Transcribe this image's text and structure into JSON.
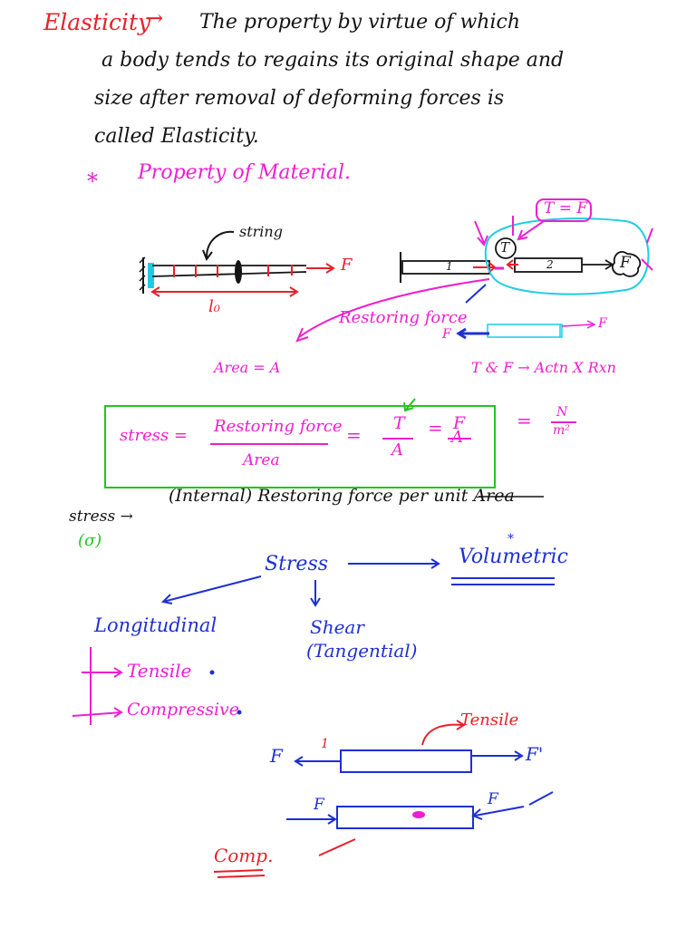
{
  "definition": {
    "term": "Elasticity",
    "line1": "The property by virtue of which",
    "line2": "a body tends to regains its original shape and",
    "line3": "size after removal of deforming forces is",
    "line4": "called Elasticity."
  },
  "note": {
    "star": "*",
    "text": "Property of Material."
  },
  "diagram1": {
    "string_label": "string",
    "force": "F",
    "length": "l₀"
  },
  "diagram2": {
    "tension_box": "T = F",
    "part1": "1",
    "part2": "2",
    "tension": "T",
    "force": "F",
    "restoring": "Restoring force",
    "force_left": "F",
    "force_right": "F",
    "relation": "T & F → Actn X Rxn"
  },
  "area": "Area = A",
  "formula": {
    "label": "stress =",
    "numerator": "Restoring force",
    "denominator": "Area",
    "eq1": "=",
    "t_num": "T",
    "t_den": "A",
    "eq2": "=",
    "f_num": "F",
    "f_den": "A",
    "eq3": "=",
    "unit_num": "N",
    "unit_den": "m²"
  },
  "stress_def": {
    "term": "stress →",
    "text": "(Internal) Restoring force per unit Area",
    "symbol": "(σ)"
  },
  "tree": {
    "root": "Stress",
    "right": "Volumetric",
    "right_star": "*",
    "middle": "Shear",
    "middle_sub": "(Tangential)",
    "left": "Longitudinal",
    "tensile": "Tensile",
    "compressive": "Compressive"
  },
  "bottom": {
    "tensile_label": "Tensile",
    "marker": "1",
    "f_left1": "F",
    "f_right1": "F'",
    "f_left2": "F",
    "f_right2": "F",
    "comp": "Comp."
  }
}
